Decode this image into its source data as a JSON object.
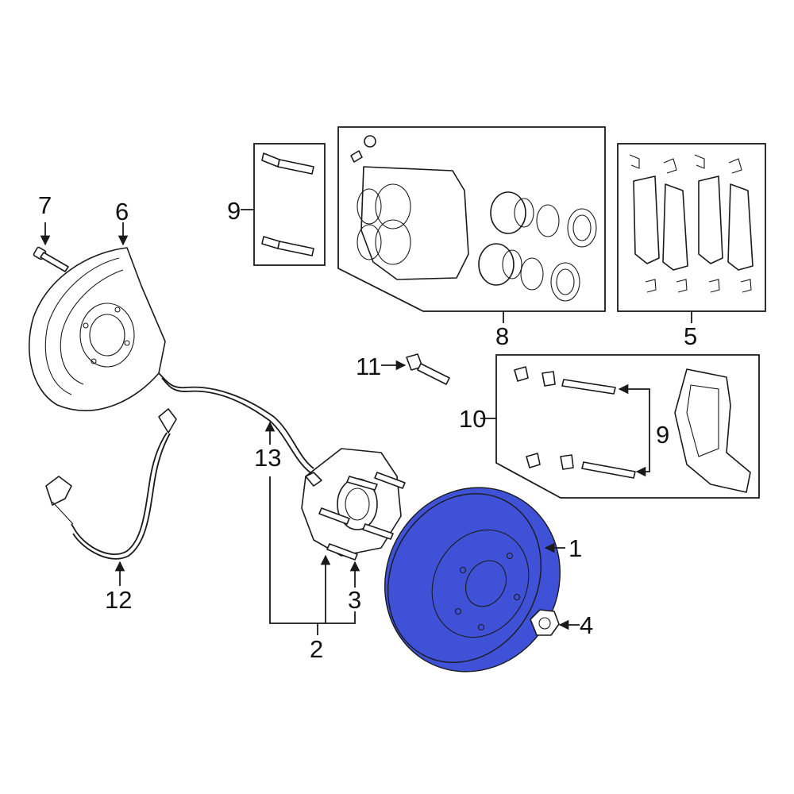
{
  "diagram": {
    "highlight_color": "#3f51d6",
    "callouts": {
      "c1": "1",
      "c2": "2",
      "c3": "3",
      "c4": "4",
      "c5": "5",
      "c6": "6",
      "c7": "7",
      "c8": "8",
      "c9_top": "9",
      "c9_right": "9",
      "c10": "10",
      "c11": "11",
      "c12": "12",
      "c13": "13"
    }
  }
}
